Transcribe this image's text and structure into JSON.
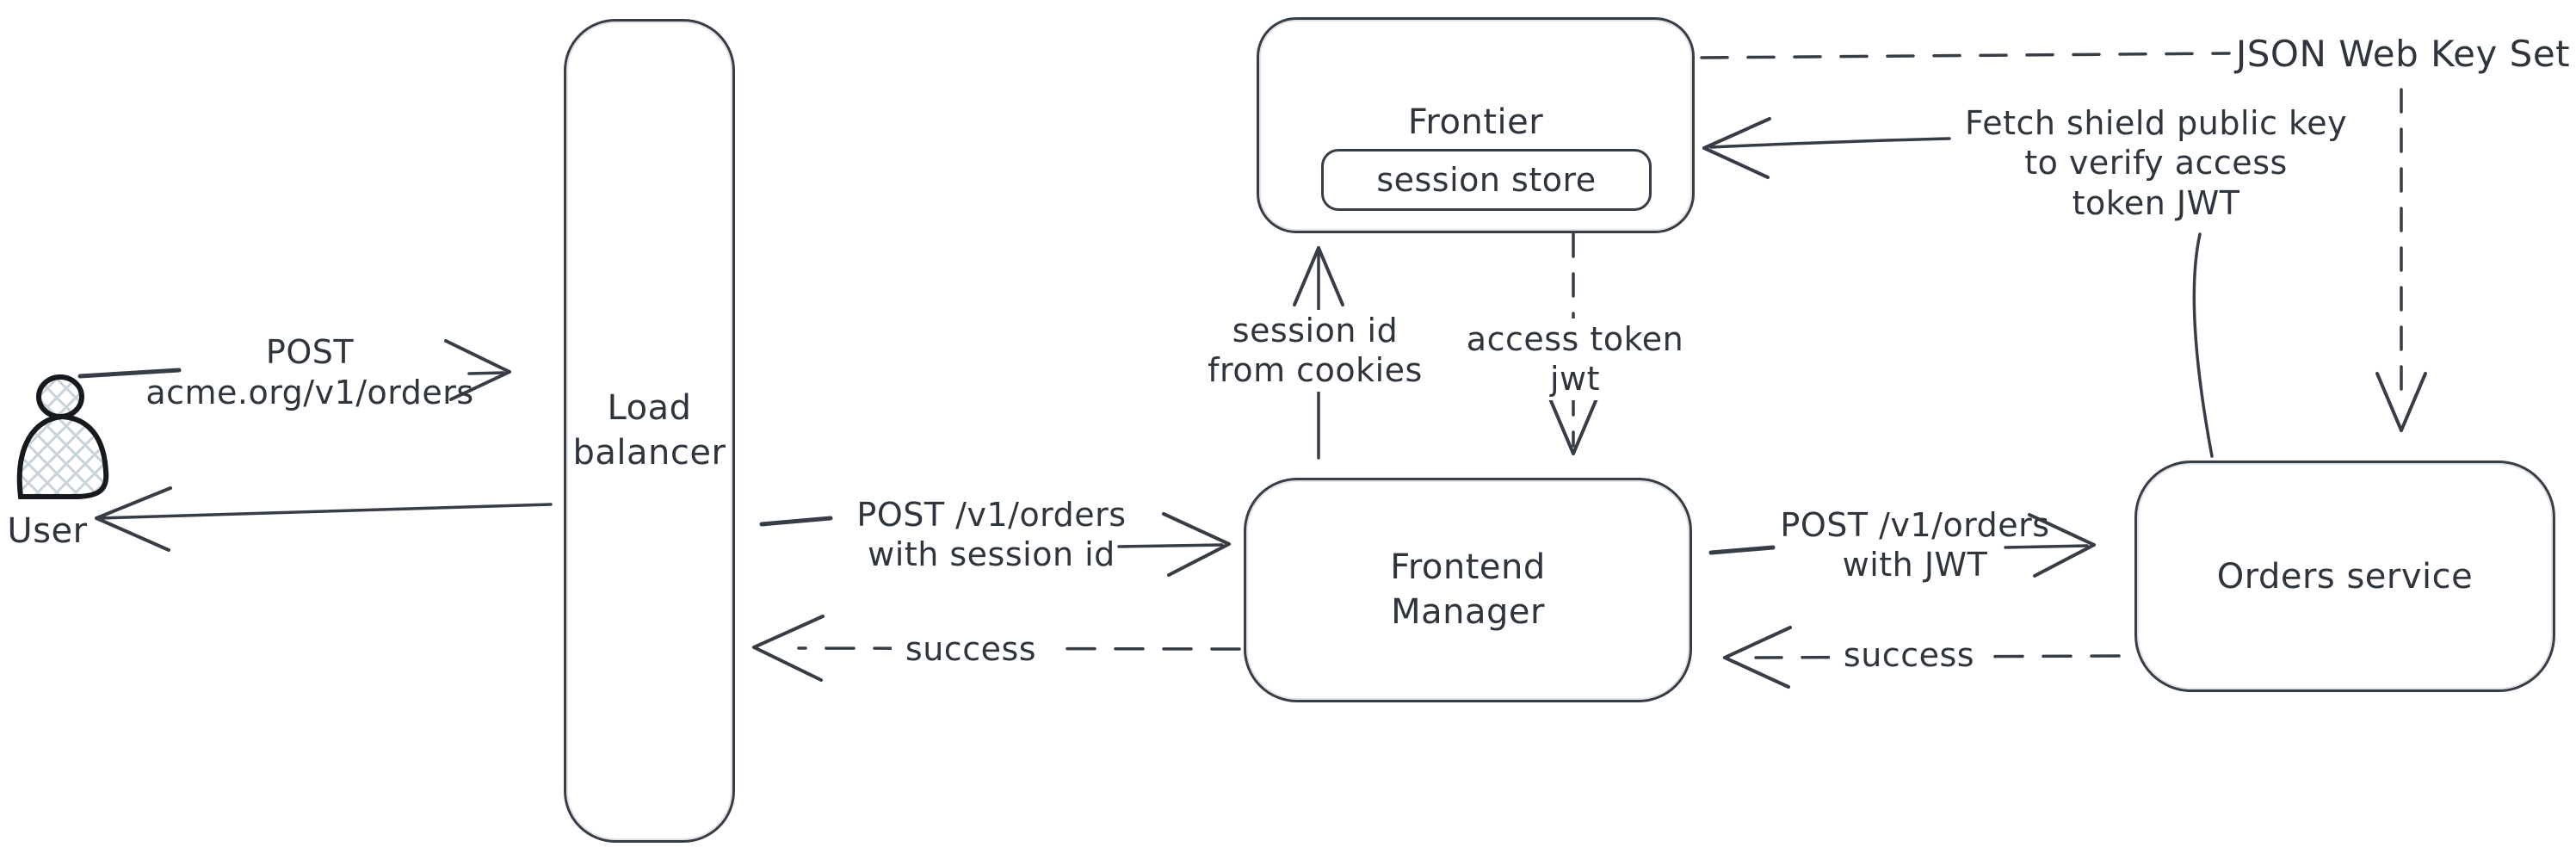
{
  "diagram": {
    "title_hint": "session + JWT auth flow",
    "colors": {
      "background": "#ffffff",
      "stroke": "#363d47",
      "text": "#2f353d",
      "user_figure_stroke": "#16191d",
      "user_figure_hatch": "#c9d3da"
    },
    "nodes": {
      "user": {
        "label": "User",
        "icon": "person-icon"
      },
      "load_balancer": {
        "lines": [
          "Load",
          "balancer"
        ]
      },
      "frontier": {
        "label": "Frontier",
        "session_store_label": "session store"
      },
      "frontend_manager": {
        "lines": [
          "Frontend",
          "Manager"
        ]
      },
      "orders_service": {
        "label": "Orders service"
      }
    },
    "labels": {
      "jwks": "JSON Web Key Set"
    },
    "edges": {
      "user_to_lb": {
        "style": "solid",
        "lines": [
          "POST",
          "acme.org/v1/orders"
        ]
      },
      "lb_to_user": {
        "style": "solid",
        "label": ""
      },
      "lb_to_fm": {
        "style": "solid",
        "lines": [
          "POST /v1/orders",
          "with session id"
        ]
      },
      "fm_to_lb": {
        "style": "dashed",
        "label": "success"
      },
      "fm_to_frontier": {
        "style": "solid",
        "lines": [
          "session id",
          "from cookies"
        ]
      },
      "frontier_to_fm": {
        "style": "dashed",
        "lines": [
          "access token",
          "jwt"
        ]
      },
      "fm_to_orders": {
        "style": "solid",
        "lines": [
          "POST /v1/orders",
          "with JWT"
        ]
      },
      "orders_to_fm": {
        "style": "dashed",
        "label": "success"
      },
      "orders_to_frontier": {
        "style": "solid",
        "lines": [
          "Fetch shield public key",
          "to verify access",
          "token JWT"
        ]
      },
      "frontier_to_jwks": {
        "style": "dashed"
      },
      "jwks_to_orders": {
        "style": "dashed"
      }
    }
  }
}
